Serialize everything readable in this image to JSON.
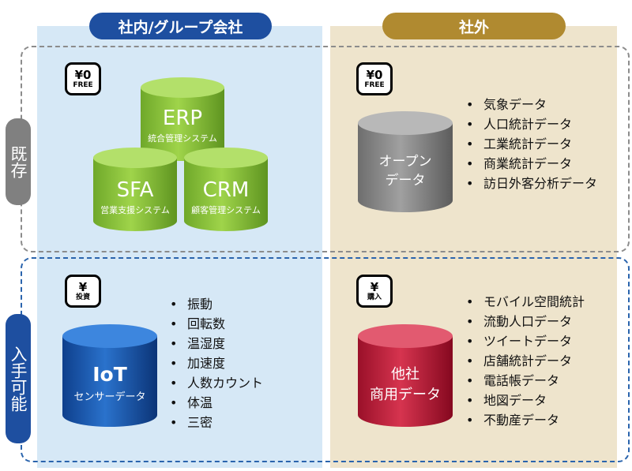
{
  "headers": {
    "internal": "社内/グループ会社",
    "external": "社外"
  },
  "rows": {
    "existing": "既存",
    "available": "入手可能"
  },
  "tags": {
    "free_top_left": {
      "line1": "¥0",
      "line2": "FREE"
    },
    "free_top_right": {
      "line1": "¥0",
      "line2": "FREE"
    },
    "invest": {
      "line1": "¥",
      "line2": "投資"
    },
    "purchase": {
      "line1": "¥",
      "line2": "購入"
    }
  },
  "databases": {
    "erp": {
      "title": "ERP",
      "subtitle": "統合管理システム"
    },
    "sfa": {
      "title": "SFA",
      "subtitle": "営業支援システム"
    },
    "crm": {
      "title": "CRM",
      "subtitle": "顧客管理システム"
    },
    "open": {
      "line1": "オープン",
      "line2": "データ"
    },
    "iot": {
      "title": "IoT",
      "subtitle": "センサーデータ"
    },
    "commercial": {
      "line1": "他社",
      "line2": "商用データ"
    }
  },
  "lists": {
    "open_data": [
      "気象データ",
      "人口統計データ",
      "工業統計データ",
      "商業統計データ",
      "訪日外客分析データ"
    ],
    "iot": [
      "振動",
      "回転数",
      "温湿度",
      "加速度",
      "人数カウント",
      "体温",
      "三密"
    ],
    "commercial": [
      "モバイル空間統計",
      "流動人口データ",
      "ツイートデータ",
      "店舗統計データ",
      "電話帳データ",
      "地図データ",
      "不動産データ"
    ]
  },
  "colors": {
    "internal_header": "#1e4fa0",
    "external_header": "#b08a30",
    "green_db": "#8dc63f",
    "gray_db": "#8a8a8a",
    "blue_db": "#1a5bb5",
    "red_db": "#c0203a"
  }
}
